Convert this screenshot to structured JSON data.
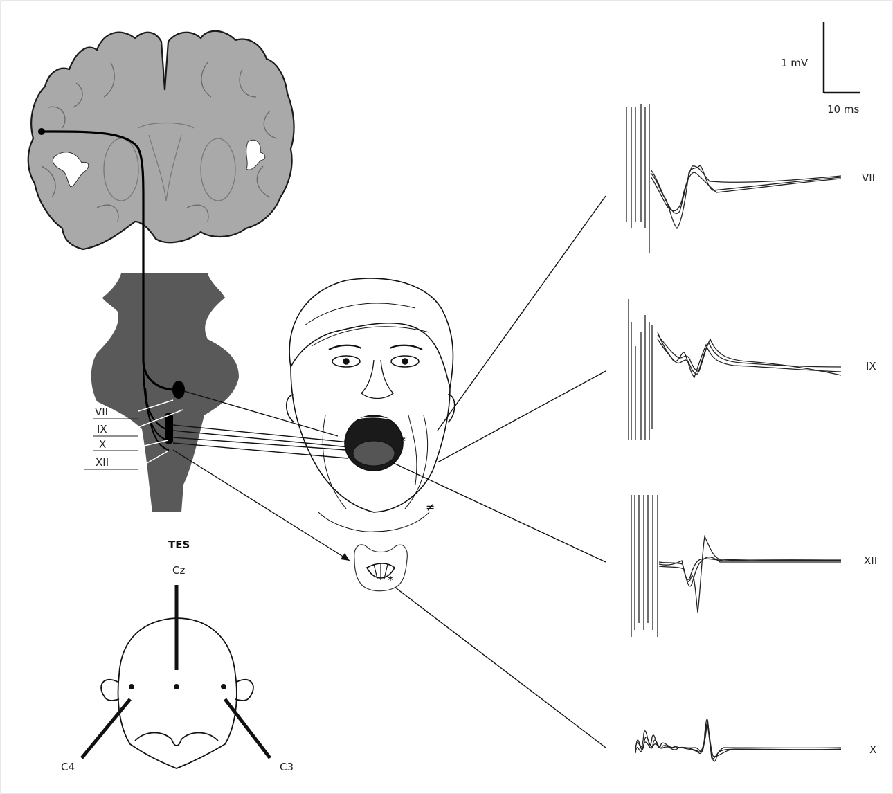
{
  "scale_bar": {
    "voltage": "1 mV",
    "time": "10 ms"
  },
  "brainstem_nerves": [
    "VII",
    "IX",
    "X",
    "XII"
  ],
  "trace_labels": [
    "VII",
    "IX",
    "XII",
    "X"
  ],
  "tes": {
    "title": "TES",
    "electrodes": [
      "Cz",
      "C4",
      "C3"
    ]
  },
  "colors": {
    "brain_fill": "#a9a9a9",
    "brainstem_fill": "#595959",
    "ink": "#111111"
  }
}
